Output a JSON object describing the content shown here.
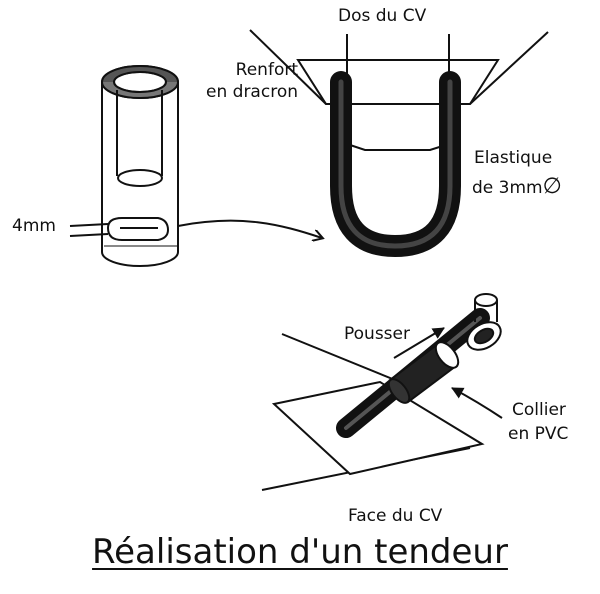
{
  "title": "Réalisation d'un tendeur",
  "labels": {
    "dos_du_cv": "Dos du CV",
    "renfort_line1": "Renfort",
    "renfort_line2": "en dracron",
    "elastique_line1": "Elastique",
    "elastique_line2": "de 3mm",
    "diameter_symbol": "∅",
    "four_mm": "4mm",
    "pousser": "Pousser",
    "collier_line1": "Collier",
    "collier_line2": "en PVC",
    "face_du_cv": "Face du CV"
  }
}
